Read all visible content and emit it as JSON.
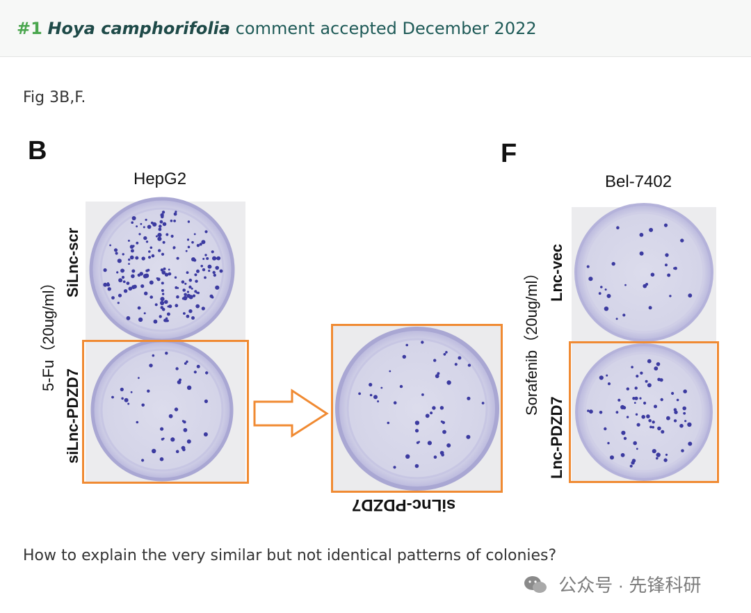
{
  "header": {
    "number": "#1",
    "species": "Hoya camphorifolia",
    "status": "comment accepted December 2022"
  },
  "body": {
    "figure_reference": "Fig 3B,F.",
    "question": "How to explain the very similar but not identical patterns of colonies?"
  },
  "figure": {
    "panel_b": {
      "letter": "B",
      "cell_line": "HepG2",
      "treatment": "5-Fu（20ug/ml）",
      "row_top": "SiLnc-scr",
      "row_bottom": "siLnc-PDZD7"
    },
    "panel_f": {
      "letter": "F",
      "cell_line": "Bel-7402",
      "treatment": "Sorafenib（20ug/ml）",
      "row_top": "Lnc-vec",
      "row_bottom": "Lnc-PDZD7"
    },
    "middle": {
      "mirrored_label": "siLnc-PDZD7"
    },
    "highlight_color": "#f08a32",
    "colony_color": "#3b3aa0"
  },
  "watermark": {
    "icon": "wechat-icon",
    "text": "公众号 · 先锋科研"
  }
}
